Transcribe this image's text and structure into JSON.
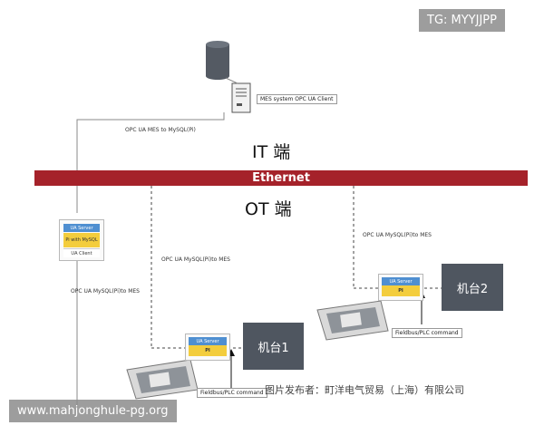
{
  "watermark_top": "TG: MYYJJPP",
  "watermark_bottom": "www.mahjonghule-pg.org",
  "caption": "图片发布者：町洋电气贸易（上海）有限公司",
  "it_label": "IT 端",
  "ot_label": "OT 端",
  "ethernet_label": "Ethernet",
  "mes_label": "MES system OPC UA Client",
  "opc_ua_mes_to_mysql": "OPC UA MES to MySQL(Pi)",
  "left_stack": {
    "rows": [
      "UA Server",
      "Pi with MySQL",
      "UA Client"
    ]
  },
  "opc_ua_mysql_to_mes_left": "OPC UA MySQL(Pi)to MES",
  "opc_ua_mysql_to_mes_mid": "OPC UA MySQL(Pi)to MES",
  "opc_ua_mysql_to_mes_right": "OPC UA MySQL(Pi)to MES",
  "machine1": {
    "name": "机台1",
    "ua_server": "UA Server",
    "pi": "PI",
    "fieldbus": "Fieldbus/PLC command"
  },
  "machine2": {
    "name": "机台2",
    "ua_server": "UA Server",
    "pi": "PI",
    "fieldbus": "Fieldbus/PLC command"
  },
  "colors": {
    "ethernet": "#a5222a",
    "machine": "#4f5660",
    "ua_blue": "#4f8fd1",
    "pi_yellow": "#f3cd3d"
  }
}
